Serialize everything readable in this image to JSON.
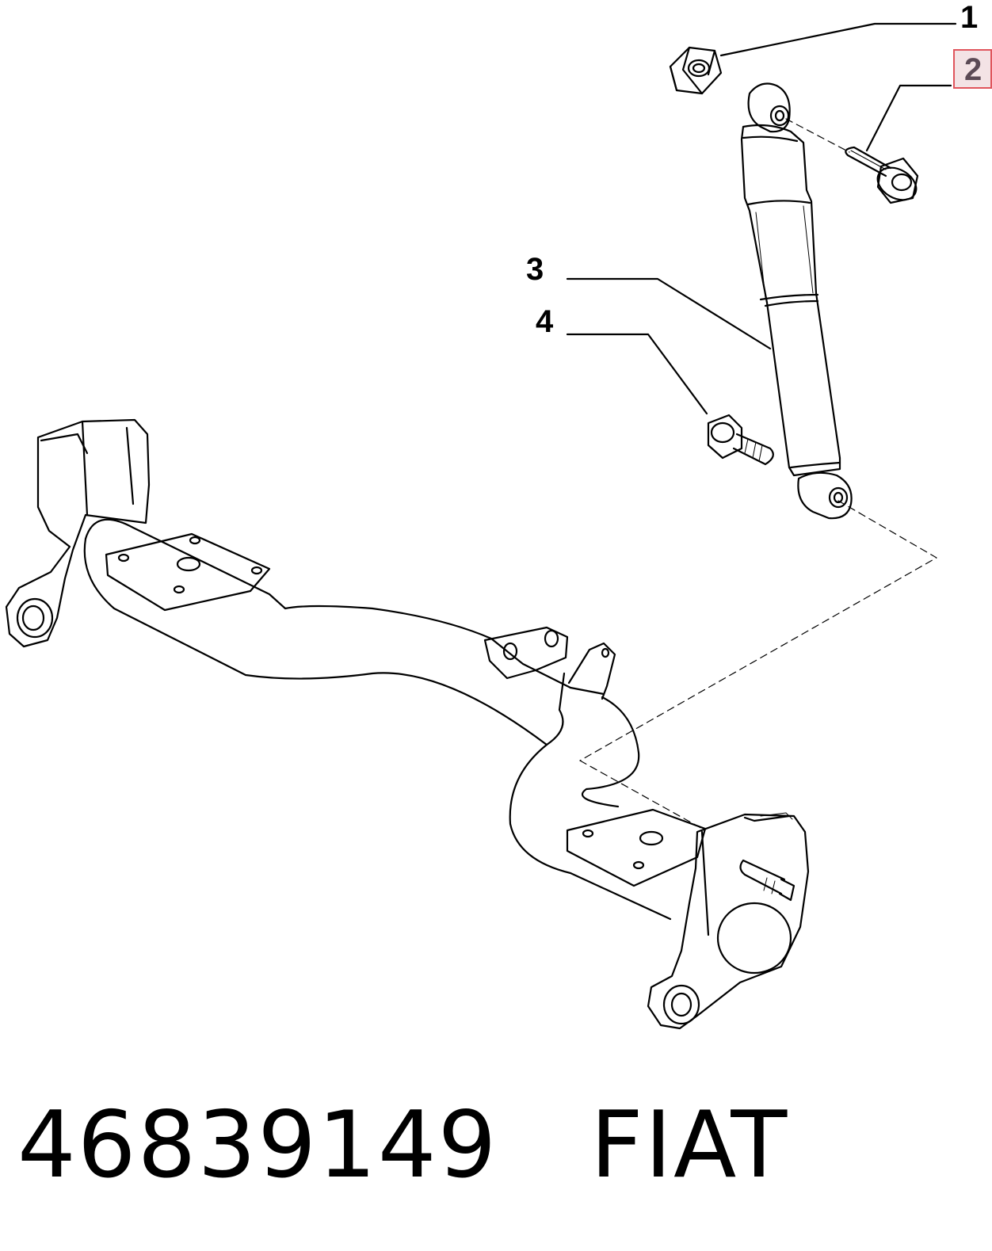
{
  "callouts": {
    "c1": "1",
    "c2": "2",
    "c3": "3",
    "c4": "4"
  },
  "part_number": "46839149",
  "brand": "FIAT",
  "colors": {
    "line": "#000000",
    "highlight_border": "#e0555c",
    "highlight_fill": "#f3e3e5"
  }
}
